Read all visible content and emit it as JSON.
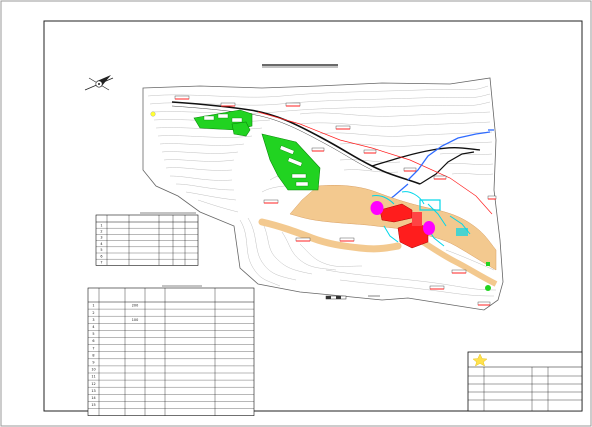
{
  "drawing_title": "",
  "compass": {
    "icon": "north-arrow-icon"
  },
  "table1": {
    "title": "",
    "headers": [
      "",
      "",
      "",
      "",
      "",
      ""
    ],
    "rows": [
      [
        "1",
        "",
        "",
        "",
        "",
        ""
      ],
      [
        "2",
        "",
        "",
        "",
        "",
        ""
      ],
      [
        "3",
        "",
        "",
        "",
        "",
        ""
      ],
      [
        "4",
        "",
        "",
        "",
        "",
        ""
      ],
      [
        "5",
        "",
        "",
        "",
        "",
        ""
      ],
      [
        "6",
        "",
        "",
        "",
        "",
        ""
      ],
      [
        "7",
        "",
        "",
        "",
        "",
        ""
      ]
    ]
  },
  "table2": {
    "title": "",
    "headers": [
      "",
      "",
      "",
      "",
      "",
      ""
    ],
    "rows": [
      [
        "1",
        "",
        "200",
        "",
        "",
        ""
      ],
      [
        "2",
        "",
        "",
        "",
        "",
        ""
      ],
      [
        "3",
        "",
        "100",
        "",
        "",
        ""
      ],
      [
        "4",
        "",
        "",
        "",
        "",
        ""
      ],
      [
        "5",
        "",
        "",
        "",
        "",
        ""
      ],
      [
        "6",
        "",
        "",
        "",
        "",
        ""
      ],
      [
        "7",
        "",
        "",
        "",
        "",
        ""
      ],
      [
        "8",
        "",
        "",
        "",
        "",
        ""
      ],
      [
        "9",
        "",
        "",
        "",
        "",
        ""
      ],
      [
        "10",
        "",
        "",
        "",
        "",
        ""
      ],
      [
        "11",
        "",
        "",
        "",
        "",
        ""
      ],
      [
        "12",
        "",
        "",
        "",
        "",
        ""
      ],
      [
        "13",
        "",
        "",
        "",
        "",
        ""
      ],
      [
        "14",
        "",
        "",
        "",
        "",
        ""
      ],
      [
        "15",
        "",
        "",
        "",
        "",
        ""
      ],
      [
        "",
        "",
        "",
        "",
        "",
        ""
      ]
    ]
  },
  "notes": {
    "heading": "",
    "items": [
      "",
      "",
      "",
      "",
      "",
      "",
      "",
      ""
    ]
  },
  "title_block": {
    "company": "",
    "logo_icon": "company-logo-icon",
    "cells": [
      "",
      "",
      "",
      "",
      "",
      "",
      "",
      "",
      "",
      "",
      "",
      ""
    ]
  },
  "colors": {
    "camp_green": "#21d321",
    "road_tan": "#f3c98f",
    "pipe_blue": "#2f6bff",
    "dam_red": "#ff1d1d",
    "magenta": "#ff00ff",
    "water_cyan": "#00d7ea",
    "river_orange": "#ffcc99"
  }
}
